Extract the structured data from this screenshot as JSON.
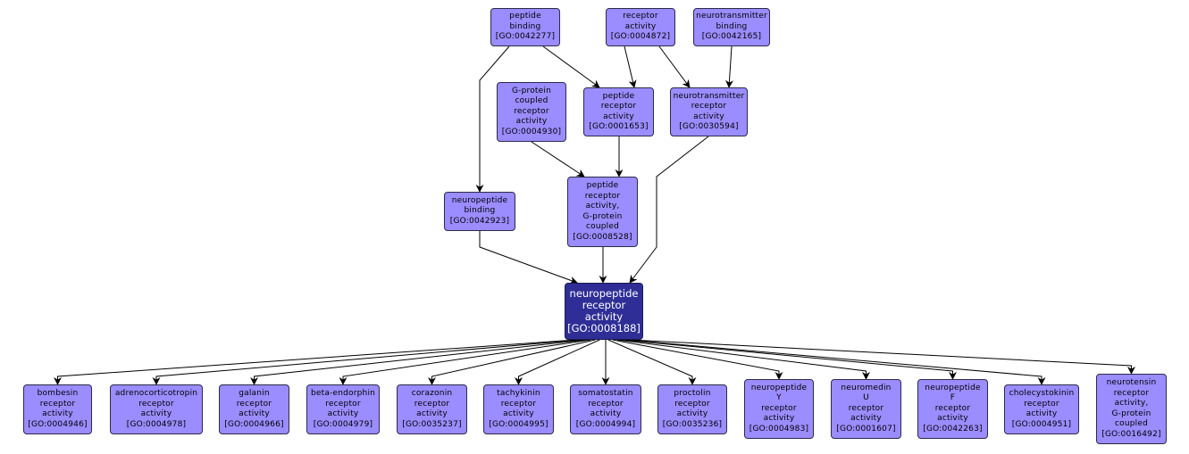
{
  "diagram": {
    "title": "GO term hierarchy: neuropeptide receptor activity",
    "colors": {
      "node_fill": "#9b8cff",
      "focus_fill": "#2e2e96",
      "edge": "#000000"
    },
    "nodes": [
      {
        "id": "GO:0042277",
        "lines": [
          "peptide",
          "binding",
          "[GO:0042277]"
        ],
        "role": "ancestor"
      },
      {
        "id": "GO:0004872",
        "lines": [
          "receptor",
          "activity",
          "[GO:0004872]"
        ],
        "role": "ancestor"
      },
      {
        "id": "GO:0042165",
        "lines": [
          "neurotransmitter",
          "binding",
          "[GO:0042165]"
        ],
        "role": "ancestor"
      },
      {
        "id": "GO:0004930",
        "lines": [
          "G-protein",
          "coupled",
          "receptor",
          "activity",
          "[GO:0004930]"
        ],
        "role": "ancestor"
      },
      {
        "id": "GO:0001653",
        "lines": [
          "peptide",
          "receptor",
          "activity",
          "[GO:0001653]"
        ],
        "role": "ancestor"
      },
      {
        "id": "GO:0030594",
        "lines": [
          "neurotransmitter",
          "receptor",
          "activity",
          "[GO:0030594]"
        ],
        "role": "ancestor"
      },
      {
        "id": "GO:0042923",
        "lines": [
          "neuropeptide",
          "binding",
          "[GO:0042923]"
        ],
        "role": "ancestor"
      },
      {
        "id": "GO:0008528",
        "lines": [
          "peptide",
          "receptor",
          "activity,",
          "G-protein",
          "coupled",
          "[GO:0008528]"
        ],
        "role": "ancestor"
      },
      {
        "id": "GO:0008188",
        "lines": [
          "neuropeptide",
          "receptor",
          "activity",
          "[GO:0008188]"
        ],
        "role": "focus"
      },
      {
        "id": "GO:0004946",
        "lines": [
          "bombesin",
          "receptor",
          "activity",
          "[GO:0004946]"
        ],
        "role": "child"
      },
      {
        "id": "GO:0004978",
        "lines": [
          "adrenocorticotropin",
          "receptor",
          "activity",
          "[GO:0004978]"
        ],
        "role": "child"
      },
      {
        "id": "GO:0004966",
        "lines": [
          "galanin",
          "receptor",
          "activity",
          "[GO:0004966]"
        ],
        "role": "child"
      },
      {
        "id": "GO:0004979",
        "lines": [
          "beta-endorphin",
          "receptor",
          "activity",
          "[GO:0004979]"
        ],
        "role": "child"
      },
      {
        "id": "GO:0035237",
        "lines": [
          "corazonin",
          "receptor",
          "activity",
          "[GO:0035237]"
        ],
        "role": "child"
      },
      {
        "id": "GO:0004995",
        "lines": [
          "tachykinin",
          "receptor",
          "activity",
          "[GO:0004995]"
        ],
        "role": "child"
      },
      {
        "id": "GO:0004994",
        "lines": [
          "somatostatin",
          "receptor",
          "activity",
          "[GO:0004994]"
        ],
        "role": "child"
      },
      {
        "id": "GO:0035236",
        "lines": [
          "proctolin",
          "receptor",
          "activity",
          "[GO:0035236]"
        ],
        "role": "child"
      },
      {
        "id": "GO:0004983",
        "lines": [
          "neuropeptide",
          "Y",
          "receptor",
          "activity",
          "[GO:0004983]"
        ],
        "role": "child"
      },
      {
        "id": "GO:0001607",
        "lines": [
          "neuromedin",
          "U",
          "receptor",
          "activity",
          "[GO:0001607]"
        ],
        "role": "child"
      },
      {
        "id": "GO:0042263",
        "lines": [
          "neuropeptide",
          "F",
          "receptor",
          "activity",
          "[GO:0042263]"
        ],
        "role": "child"
      },
      {
        "id": "GO:0004951",
        "lines": [
          "cholecystokinin",
          "receptor",
          "activity",
          "[GO:0004951]"
        ],
        "role": "child"
      },
      {
        "id": "GO:0016492",
        "lines": [
          "neurotensin",
          "receptor",
          "activity,",
          "G-protein",
          "coupled",
          "[GO:0016492]"
        ],
        "role": "child"
      }
    ],
    "edges": [
      {
        "from": "GO:0042277",
        "to": "GO:0001653"
      },
      {
        "from": "GO:0004872",
        "to": "GO:0001653"
      },
      {
        "from": "GO:0004872",
        "to": "GO:0030594"
      },
      {
        "from": "GO:0042165",
        "to": "GO:0030594"
      },
      {
        "from": "GO:0042277",
        "to": "GO:0042923"
      },
      {
        "from": "GO:0004930",
        "to": "GO:0008528"
      },
      {
        "from": "GO:0001653",
        "to": "GO:0008528"
      },
      {
        "from": "GO:0042923",
        "to": "GO:0008188"
      },
      {
        "from": "GO:0008528",
        "to": "GO:0008188"
      },
      {
        "from": "GO:0030594",
        "to": "GO:0008188"
      },
      {
        "from": "GO:0008188",
        "to": "GO:0004946"
      },
      {
        "from": "GO:0008188",
        "to": "GO:0004978"
      },
      {
        "from": "GO:0008188",
        "to": "GO:0004966"
      },
      {
        "from": "GO:0008188",
        "to": "GO:0004979"
      },
      {
        "from": "GO:0008188",
        "to": "GO:0035237"
      },
      {
        "from": "GO:0008188",
        "to": "GO:0004995"
      },
      {
        "from": "GO:0008188",
        "to": "GO:0004994"
      },
      {
        "from": "GO:0008188",
        "to": "GO:0035236"
      },
      {
        "from": "GO:0008188",
        "to": "GO:0004983"
      },
      {
        "from": "GO:0008188",
        "to": "GO:0001607"
      },
      {
        "from": "GO:0008188",
        "to": "GO:0042263"
      },
      {
        "from": "GO:0008188",
        "to": "GO:0004951"
      },
      {
        "from": "GO:0008188",
        "to": "GO:0016492"
      }
    ]
  }
}
